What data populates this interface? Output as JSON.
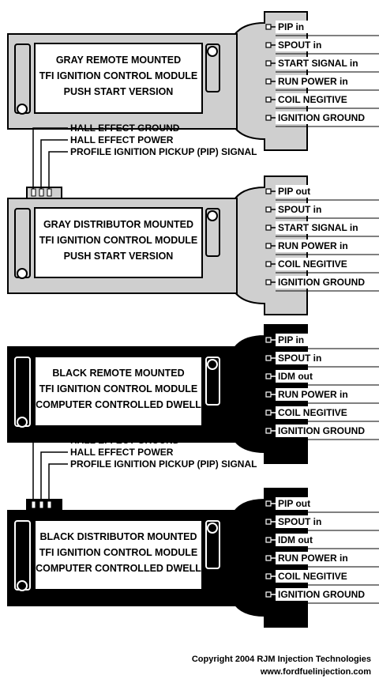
{
  "modules": [
    {
      "id": "gray-remote",
      "variant": "gray",
      "title_lines": [
        "GRAY REMOTE MOUNTED",
        "TFI IGNITION CONTROL MODULE",
        "PUSH START VERSION"
      ],
      "pins": [
        "PIP in",
        "SPOUT in",
        "START SIGNAL in",
        "RUN POWER in",
        "COIL NEGITIVE",
        "IGNITION GROUND"
      ],
      "has_pickup": false
    },
    {
      "id": "gray-distributor",
      "variant": "gray",
      "title_lines": [
        "GRAY DISTRIBUTOR MOUNTED",
        "TFI IGNITION CONTROL MODULE",
        "PUSH START VERSION"
      ],
      "pins": [
        "PIP out",
        "SPOUT in",
        "START SIGNAL in",
        "RUN POWER in",
        "COIL NEGITIVE",
        "IGNITION GROUND"
      ],
      "has_pickup": true
    },
    {
      "id": "black-remote",
      "variant": "black",
      "title_lines": [
        "BLACK REMOTE MOUNTED",
        "TFI IGNITION CONTROL MODULE",
        "COMPUTER CONTROLLED DWELL"
      ],
      "pins": [
        "PIP in",
        "SPOUT in",
        "IDM out",
        "RUN POWER in",
        "COIL NEGITIVE",
        "IGNITION GROUND"
      ],
      "has_pickup": false
    },
    {
      "id": "black-distributor",
      "variant": "black",
      "title_lines": [
        "BLACK DISTRIBUTOR MOUNTED",
        "TFI IGNITION CONTROL MODULE",
        "COMPUTER CONTROLLED DWELL"
      ],
      "pins": [
        "PIP out",
        "SPOUT in",
        "IDM out",
        "RUN POWER in",
        "COIL NEGITIVE",
        "IGNITION GROUND"
      ],
      "has_pickup": true
    }
  ],
  "pickup_labels": [
    "HALL EFFECT GROUND",
    "HALL EFFECT POWER",
    "PROFILE IGNITION PICKUP (PIP) SIGNAL"
  ],
  "colors": {
    "gray": "#cfcfcf",
    "black": "#000000",
    "outline": "#000000",
    "white": "#ffffff"
  },
  "footer": {
    "copyright": "Copyright 2004 RJM Injection Technologies",
    "website": "www.fordfuelinjection.com"
  }
}
